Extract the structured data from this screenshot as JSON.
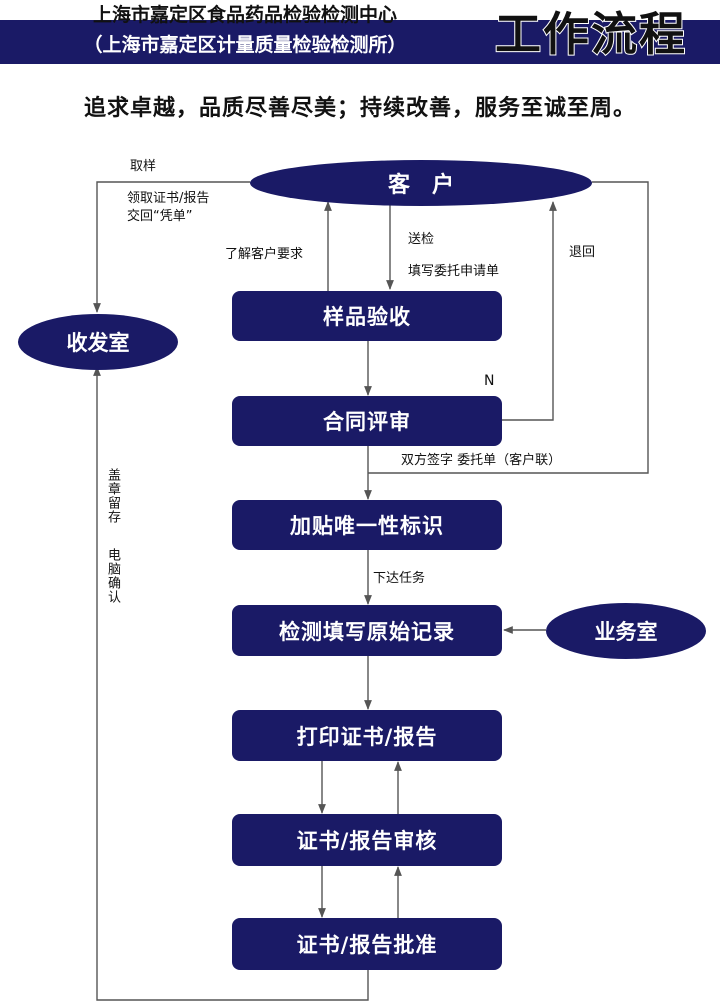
{
  "header": {
    "org_line_1": "上海市嘉定区食品药品检验检测中心",
    "org_line_2": "（上海市嘉定区计量质量检验检测所）",
    "title": "工作流程"
  },
  "slogan": "追求卓越，品质尽善尽美；持续改善，服务至诚至周。",
  "nodes": {
    "customer": "客　户",
    "mailroom": "收发室",
    "business_office": "业务室",
    "sample_receipt": "样品验收",
    "contract_review": "合同评审",
    "label_marking": "加贴唯一性标识",
    "testing_record": "检测填写原始记录",
    "print_report": "打印证书/报告",
    "review_report": "证书/报告审核",
    "approve_report": "证书/报告批准"
  },
  "labels": {
    "pickup": "取样",
    "collect_report_1": "领取证书/报告",
    "collect_report_2": "交回“凭单”",
    "understand_req": "了解客户要求",
    "send_for_test": "送检",
    "fill_form": "填写委托申请单",
    "returned": "退回",
    "no": "N",
    "both_sign": "双方签字 委托单（客户联）",
    "assign_task": "下达任务",
    "stamp_archive": "盖章留存",
    "computer_confirm": "电脑确认"
  },
  "colors": {
    "primary": "#1a1a66",
    "line": "#555555"
  }
}
